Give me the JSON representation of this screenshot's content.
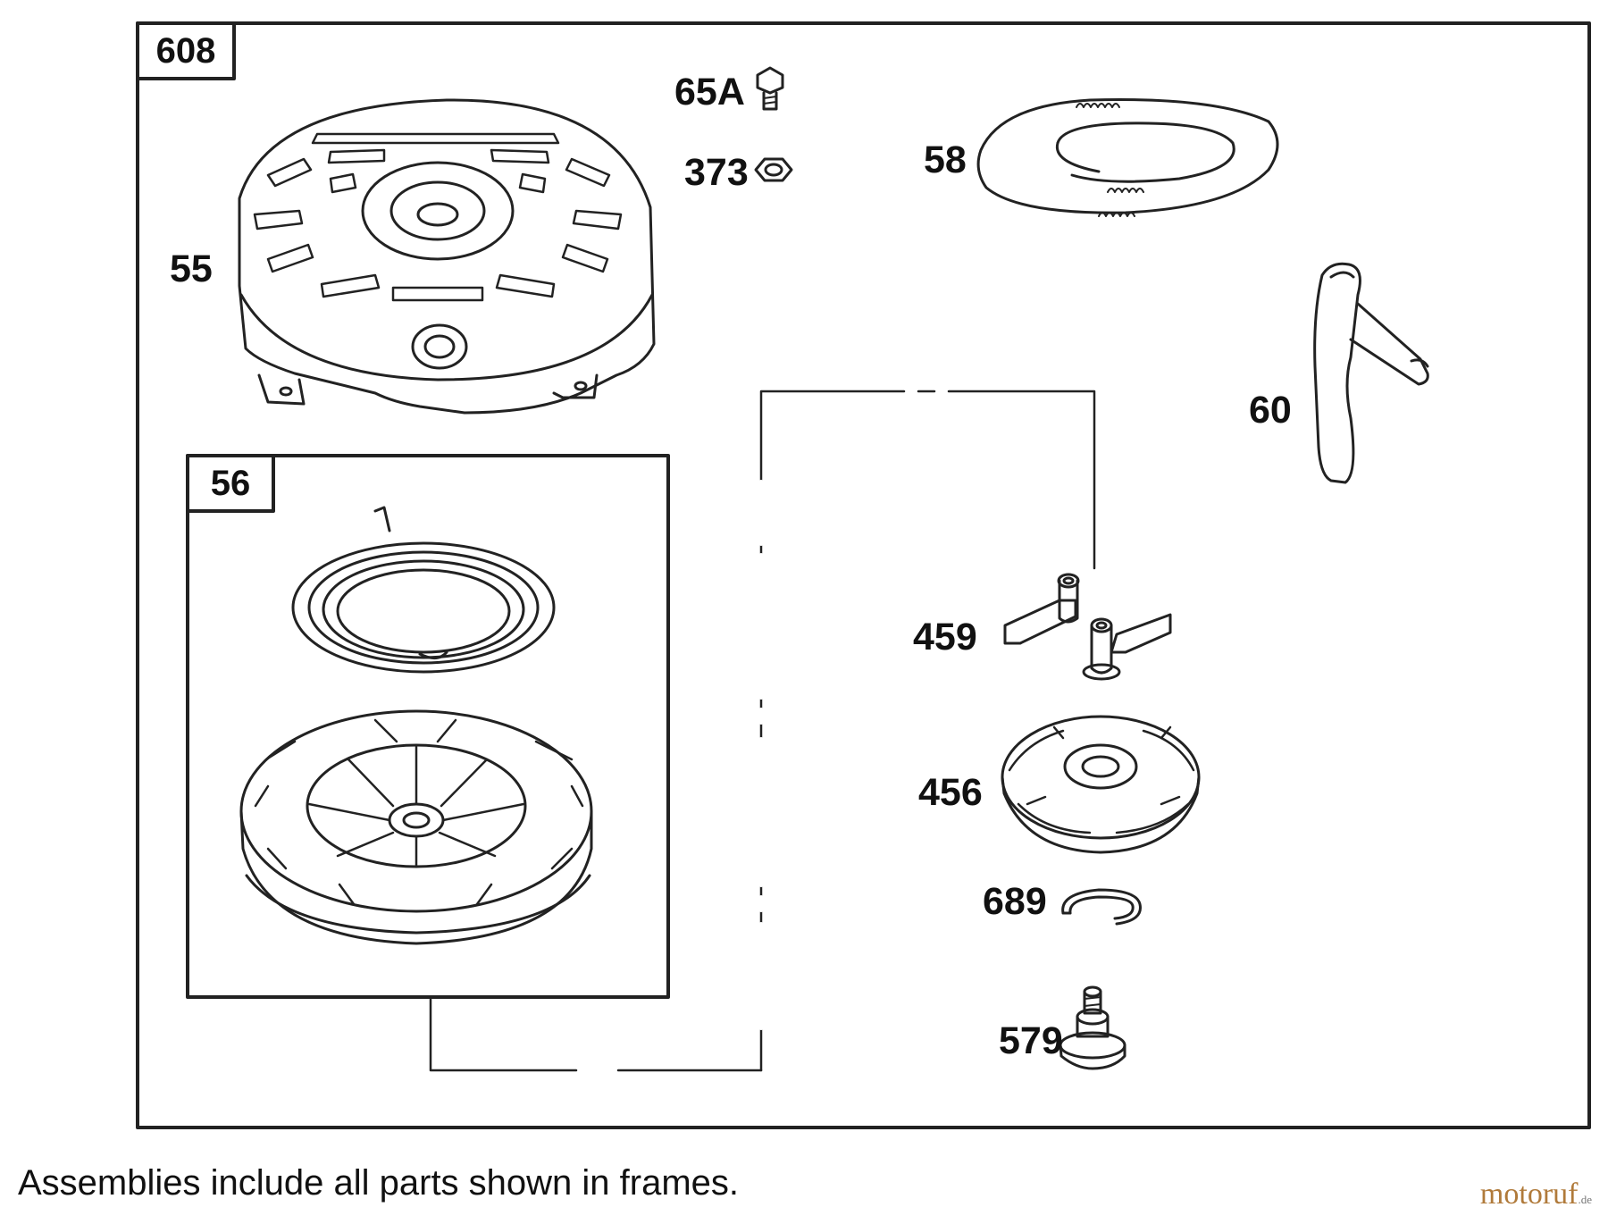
{
  "frames": {
    "outer_label": "608",
    "inner_label": "56"
  },
  "parts": {
    "p55": "55",
    "p65a": "65A",
    "p373": "373",
    "p58": "58",
    "p60": "60",
    "p459": "459",
    "p456": "456",
    "p689": "689",
    "p579": "579"
  },
  "caption": "Assemblies include all parts shown in frames.",
  "watermark": {
    "main": "motoruf",
    "suffix": ".de",
    "main_color": "#b07a3a"
  }
}
